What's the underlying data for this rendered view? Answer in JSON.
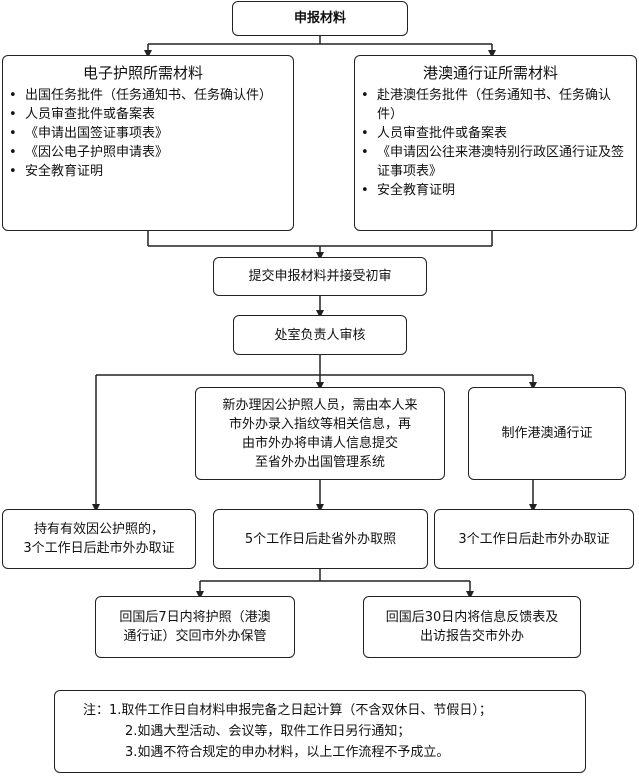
{
  "top": {
    "title": "申报材料"
  },
  "left_panel": {
    "title": "电子护照所需材料",
    "items": [
      "出国任务批件（任务通知书、任务确认件）",
      "人员审查批件或备案表",
      "《申请出国签证事项表》",
      "《因公电子护照申请表》",
      "安全教育证明"
    ]
  },
  "right_panel": {
    "title": "港澳通行证所需材料",
    "items": [
      "赴港澳任务批件（任务通知书、任务确认件）",
      "人员审查批件或备案表",
      "《申请因公往来港澳特别行政区通行证及签证事项表》",
      "安全教育证明"
    ]
  },
  "steps": {
    "submit": "提交申报材料并接受初审",
    "review": "处室负责人审核",
    "new_passport": [
      "新办理因公护照人员，需由本人来",
      "市外办录入指纹等相关信息，再",
      "由市外办将申请人信息提交",
      "至省外办出国管理系统"
    ],
    "make_hk_permit": "制作港澳通行证",
    "valid_passport": [
      "持有有效因公护照的，",
      "3个工作日后赴市外办取证"
    ],
    "five_days": "5个工作日后赴省外办取照",
    "three_days": "3个工作日后赴市外办取证",
    "return7": [
      "回国后7日内将护照（港澳",
      "通行证）交回市外办保管"
    ],
    "return30": [
      "回国后30日内将信息反馈表及",
      "出访报告交市外办"
    ]
  },
  "note": {
    "lines": [
      "注：1.取件工作日自材料申报完备之日起计算（不含双休日、节假日）；",
      "2.如遇大型活动、会议等，取件工作日另行通知；",
      "3.如遇不符合规定的申办材料，以上工作流程不予成立。"
    ]
  }
}
